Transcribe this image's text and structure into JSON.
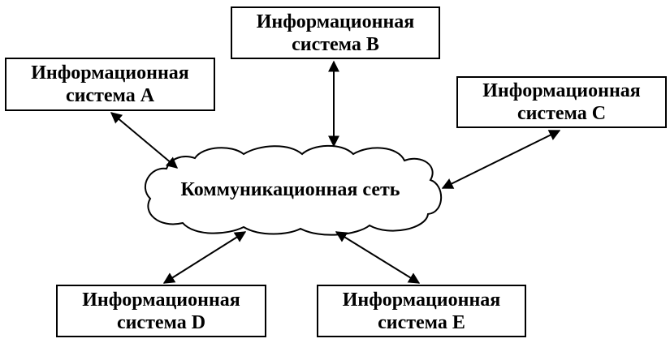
{
  "network": {
    "label": "Коммуникационная сеть"
  },
  "systems": [
    {
      "id": "A",
      "line1": "Информационная",
      "line2": "система А"
    },
    {
      "id": "B",
      "line1": "Информационная",
      "line2": "система В"
    },
    {
      "id": "C",
      "line1": "Информационная",
      "line2": "система С"
    },
    {
      "id": "D",
      "line1": "Информационная",
      "line2": "система D"
    },
    {
      "id": "E",
      "line1": "Информационная",
      "line2": "система Е"
    }
  ],
  "colors": {
    "stroke": "#000000",
    "background": "#ffffff"
  }
}
